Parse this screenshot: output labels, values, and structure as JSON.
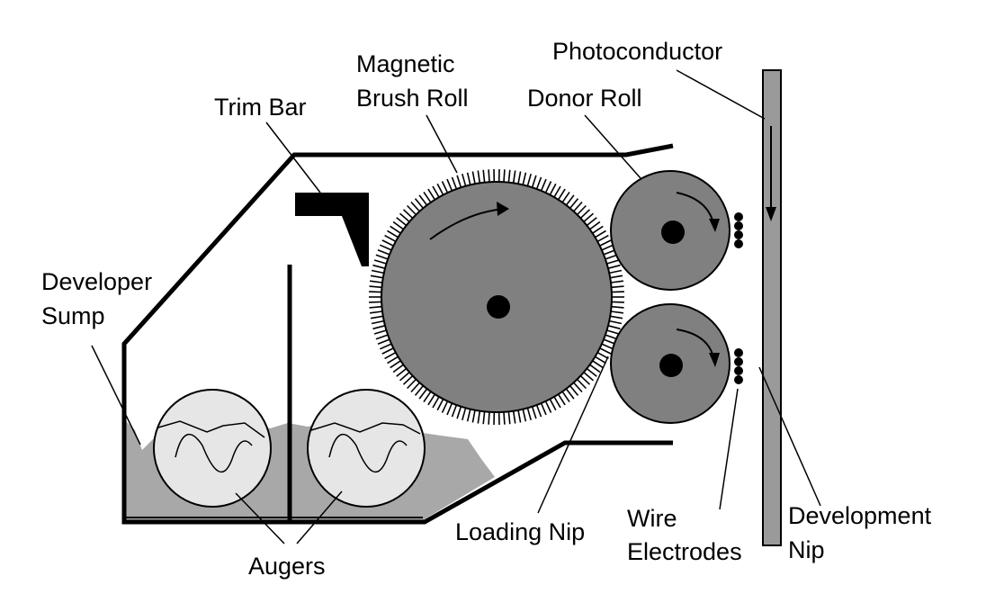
{
  "labels": {
    "photoconductor": "Photoconductor",
    "magnetic_line1": "Magnetic",
    "magnetic_line2": "Brush Roll",
    "donor_roll": "Donor Roll",
    "trim_bar": "Trim Bar",
    "developer_line1": "Developer",
    "developer_line2": "Sump",
    "loading_nip": "Loading Nip",
    "wire_line1": "Wire",
    "wire_line2": "Electrodes",
    "development_line1": "Development",
    "development_line2": "Nip",
    "augers": "Augers"
  },
  "colors": {
    "roll_fill": "#808080",
    "developer_fill": "#a8a8a8",
    "auger_fill": "#e6e6e6",
    "photoconductor_fill": "#9a9a9a",
    "line": "#000000"
  }
}
